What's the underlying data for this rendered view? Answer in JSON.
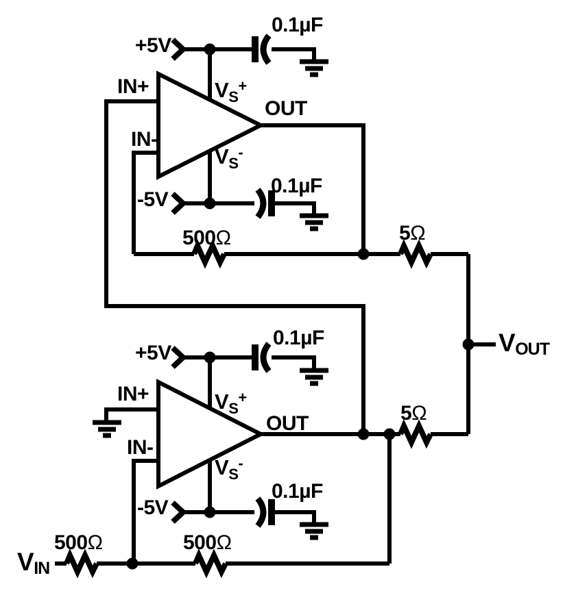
{
  "colors": {
    "ink": "#000000",
    "background": "#ffffff"
  },
  "amp1": {
    "supply_pos_label": "+5V",
    "supply_neg_label": "-5V",
    "bypass_cap_pos_value": "0.1µF",
    "bypass_cap_neg_value": "0.1µF",
    "pin_in_pos": "IN+",
    "pin_in_neg": "IN-",
    "pin_out": "OUT",
    "pin_vs_pos": {
      "base": "V",
      "sub": "S",
      "sign": "+"
    },
    "pin_vs_neg": {
      "base": "V",
      "sub": "S",
      "sign": "-"
    },
    "feedback_resistor": {
      "value": "500",
      "unit": "Ω"
    },
    "output_resistor": {
      "value": "5",
      "unit": "Ω"
    }
  },
  "amp2": {
    "supply_pos_label": "+5V",
    "supply_neg_label": "-5V",
    "bypass_cap_pos_value": "0.1µF",
    "bypass_cap_neg_value": "0.1µF",
    "pin_in_pos": "IN+",
    "pin_in_neg": "IN-",
    "pin_out": "OUT",
    "pin_vs_pos": {
      "base": "V",
      "sub": "S",
      "sign": "+"
    },
    "pin_vs_neg": {
      "base": "V",
      "sub": "S",
      "sign": "-"
    },
    "feedback_resistor": {
      "value": "500",
      "unit": "Ω"
    },
    "output_resistor": {
      "value": "5",
      "unit": "Ω"
    }
  },
  "input": {
    "source_label": {
      "base": "V",
      "sub": "IN"
    },
    "series_resistor": {
      "value": "500",
      "unit": "Ω"
    }
  },
  "output": {
    "node_label": {
      "base": "V",
      "sub": "OUT"
    }
  }
}
